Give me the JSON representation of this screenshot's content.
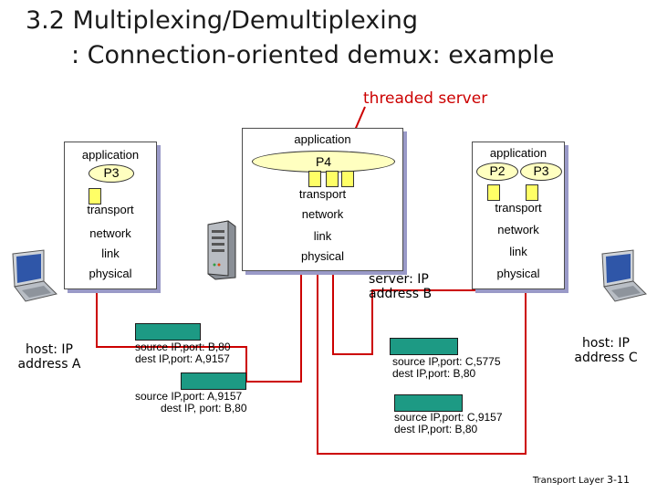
{
  "title": {
    "line1": "3.2 Multiplexing/Demultiplexing",
    "line2": ": Connection-oriented demux: example"
  },
  "threaded_server_label": "threaded server",
  "stacks": {
    "left": {
      "application": "application",
      "process": "P3",
      "transport": "transport",
      "network": "network",
      "link": "link",
      "physical": "physical"
    },
    "middle": {
      "application": "application",
      "process": "P4",
      "transport": "transport",
      "network": "network",
      "link": "link",
      "physical": "physical"
    },
    "right": {
      "application": "application",
      "process_a": "P2",
      "process_b": "P3",
      "transport": "transport",
      "network": "network",
      "link": "link",
      "physical": "physical"
    }
  },
  "hosts": {
    "a": "host: IP address A",
    "server": "server: IP address B",
    "c": "host: IP address C"
  },
  "packets": {
    "p1": {
      "line1": "source IP,port: B,80",
      "line2": "dest IP,port: A,9157"
    },
    "p2": {
      "line1": "source IP,port: A,9157",
      "line2": "dest IP, port: B,80"
    },
    "p3": {
      "line1": "source IP,port: C,5775",
      "line2": "dest IP,port: B,80"
    },
    "p4": {
      "line1": "source IP,port: C,9157",
      "line2": "dest IP,port: B,80"
    }
  },
  "footer": {
    "text": "Transport Layer",
    "page": "3-11"
  },
  "colors": {
    "arrow": "#cc0000",
    "packet": "#1d9a84",
    "port": "#ffff66",
    "shadow": "#9a9ac8"
  }
}
